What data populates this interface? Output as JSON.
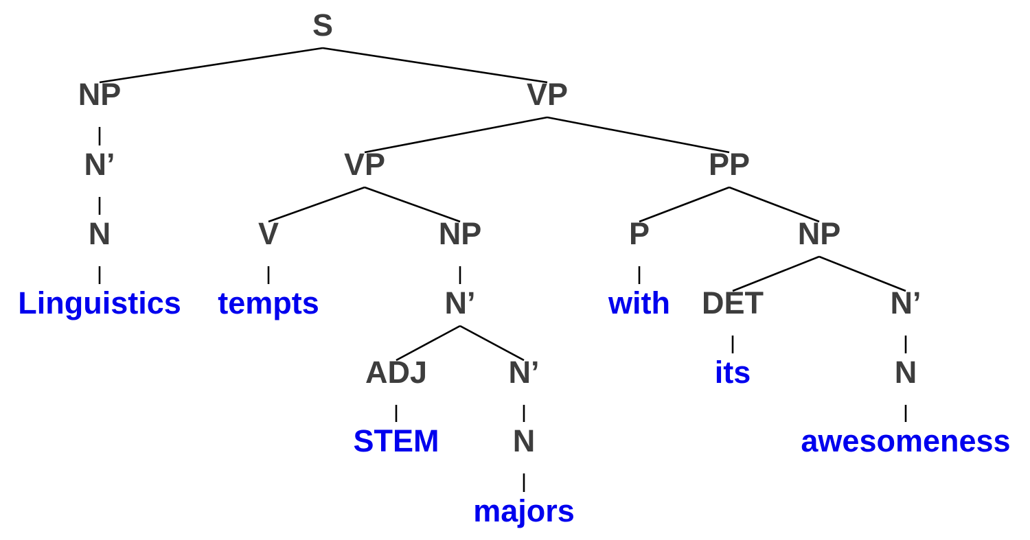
{
  "colors": {
    "category": "#3d3d3d",
    "word": "#0000ee",
    "branch": "#000000"
  },
  "tree": {
    "nodes": [
      {
        "id": "s",
        "label": "S",
        "kind": "category"
      },
      {
        "id": "np1",
        "label": "NP",
        "kind": "category",
        "parent": "s"
      },
      {
        "id": "vp1",
        "label": "VP",
        "kind": "category",
        "parent": "s"
      },
      {
        "id": "nbar1",
        "label": "N’",
        "kind": "category",
        "parent": "np1"
      },
      {
        "id": "n1",
        "label": "N",
        "kind": "category",
        "parent": "nbar1"
      },
      {
        "id": "w-linguistics",
        "label": "Linguistics",
        "kind": "word",
        "parent": "n1"
      },
      {
        "id": "vp2",
        "label": "VP",
        "kind": "category",
        "parent": "vp1"
      },
      {
        "id": "pp",
        "label": "PP",
        "kind": "category",
        "parent": "vp1"
      },
      {
        "id": "v",
        "label": "V",
        "kind": "category",
        "parent": "vp2"
      },
      {
        "id": "np2",
        "label": "NP",
        "kind": "category",
        "parent": "vp2"
      },
      {
        "id": "w-tempts",
        "label": "tempts",
        "kind": "word",
        "parent": "v"
      },
      {
        "id": "nbar2",
        "label": "N’",
        "kind": "category",
        "parent": "np2"
      },
      {
        "id": "adj",
        "label": "ADJ",
        "kind": "category",
        "parent": "nbar2"
      },
      {
        "id": "nbar3",
        "label": "N’",
        "kind": "category",
        "parent": "nbar2"
      },
      {
        "id": "w-stem",
        "label": "STEM",
        "kind": "word",
        "parent": "adj"
      },
      {
        "id": "n2",
        "label": "N",
        "kind": "category",
        "parent": "nbar3"
      },
      {
        "id": "w-majors",
        "label": "majors",
        "kind": "word",
        "parent": "n2"
      },
      {
        "id": "p",
        "label": "P",
        "kind": "category",
        "parent": "pp"
      },
      {
        "id": "np3",
        "label": "NP",
        "kind": "category",
        "parent": "pp"
      },
      {
        "id": "w-with",
        "label": "with",
        "kind": "word",
        "parent": "p"
      },
      {
        "id": "det",
        "label": "DET",
        "kind": "category",
        "parent": "np3"
      },
      {
        "id": "nbar4",
        "label": "N’",
        "kind": "category",
        "parent": "np3"
      },
      {
        "id": "w-its",
        "label": "its",
        "kind": "word",
        "parent": "det"
      },
      {
        "id": "n3",
        "label": "N",
        "kind": "category",
        "parent": "nbar4"
      },
      {
        "id": "w-awesomeness",
        "label": "awesomeness",
        "kind": "word",
        "parent": "n3"
      }
    ]
  }
}
